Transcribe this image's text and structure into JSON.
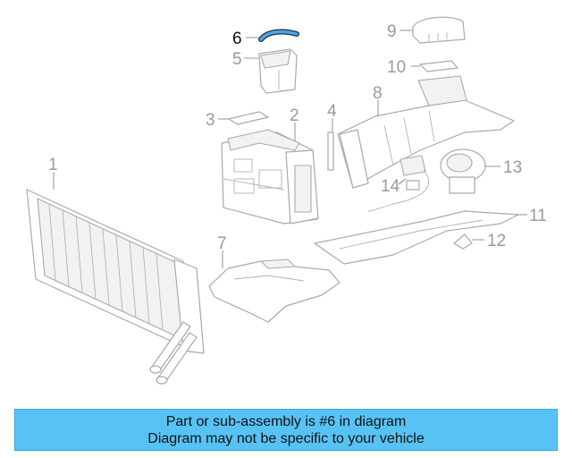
{
  "diagram": {
    "highlight_color": "#1f6fd6",
    "highlighted_part": "6",
    "callouts": [
      "1",
      "2",
      "3",
      "4",
      "5",
      "6",
      "7",
      "8",
      "9",
      "10",
      "11",
      "12",
      "13",
      "14"
    ]
  },
  "banner": {
    "line1": "Part or sub-assembly is #6 in diagram",
    "line2": "Diagram may not be specific to your vehicle",
    "background": "#57c3f5"
  }
}
